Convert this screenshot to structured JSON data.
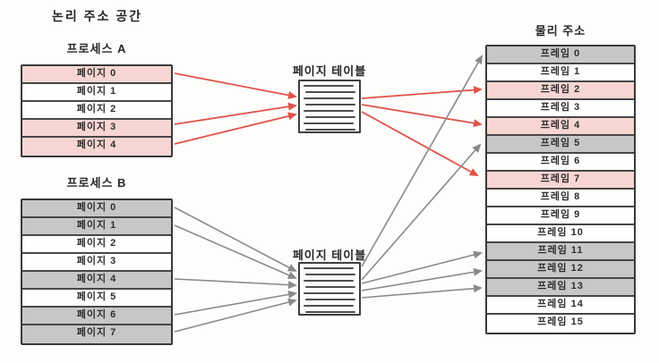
{
  "colors": {
    "pink": "#f7d5d2",
    "gray": "#c7c7c7",
    "white": "#fefefe",
    "red_arrow": "#e05349",
    "gray_arrow": "#8a8a8a",
    "border": "#3a3a3a"
  },
  "logical": {
    "title": "논리 주소 공간"
  },
  "process_a": {
    "title": "프로세스 A",
    "pages": [
      {
        "label": "페이지 0",
        "fill": "pink"
      },
      {
        "label": "페이지 1",
        "fill": "white"
      },
      {
        "label": "페이지 2",
        "fill": "white"
      },
      {
        "label": "페이지 3",
        "fill": "pink"
      },
      {
        "label": "페이지 4",
        "fill": "pink"
      }
    ]
  },
  "process_b": {
    "title": "프로세스 B",
    "pages": [
      {
        "label": "페이지 0",
        "fill": "gray"
      },
      {
        "label": "페이지 1",
        "fill": "gray"
      },
      {
        "label": "페이지 2",
        "fill": "white"
      },
      {
        "label": "페이지 3",
        "fill": "white"
      },
      {
        "label": "페이지 4",
        "fill": "gray"
      },
      {
        "label": "페이지 5",
        "fill": "white"
      },
      {
        "label": "페이지 6",
        "fill": "gray"
      },
      {
        "label": "페이지 7",
        "fill": "gray"
      }
    ]
  },
  "page_table_a": {
    "title": "페이지 테이블"
  },
  "page_table_b": {
    "title": "페이지 테이블"
  },
  "physical": {
    "title": "물리 주소",
    "frames": [
      {
        "label": "프레임 0",
        "fill": "gray"
      },
      {
        "label": "프레임 1",
        "fill": "white"
      },
      {
        "label": "프레임 2",
        "fill": "pink"
      },
      {
        "label": "프레임 3",
        "fill": "white"
      },
      {
        "label": "프레임 4",
        "fill": "pink"
      },
      {
        "label": "프레임 5",
        "fill": "gray"
      },
      {
        "label": "프레임 6",
        "fill": "white"
      },
      {
        "label": "프레임 7",
        "fill": "pink"
      },
      {
        "label": "프레임 8",
        "fill": "white"
      },
      {
        "label": "프레임 9",
        "fill": "white"
      },
      {
        "label": "프레임 10",
        "fill": "white"
      },
      {
        "label": "프레임 11",
        "fill": "gray"
      },
      {
        "label": "프레임 12",
        "fill": "gray"
      },
      {
        "label": "프레임 13",
        "fill": "gray"
      },
      {
        "label": "프레임 14",
        "fill": "white"
      },
      {
        "label": "프레임 15",
        "fill": "white"
      }
    ]
  },
  "mappings": {
    "process_a_pages_to_page_table": [
      "페이지 0",
      "페이지 3",
      "페이지 4"
    ],
    "page_table_a_to_frames": [
      "프레임 2",
      "프레임 4",
      "프레임 7"
    ],
    "process_b_pages_to_page_table": [
      "페이지 0",
      "페이지 1",
      "페이지 4",
      "페이지 6",
      "페이지 7"
    ],
    "page_table_b_to_frames": [
      "프레임 0",
      "프레임 5",
      "프레임 11",
      "프레임 12",
      "프레임 13"
    ]
  }
}
